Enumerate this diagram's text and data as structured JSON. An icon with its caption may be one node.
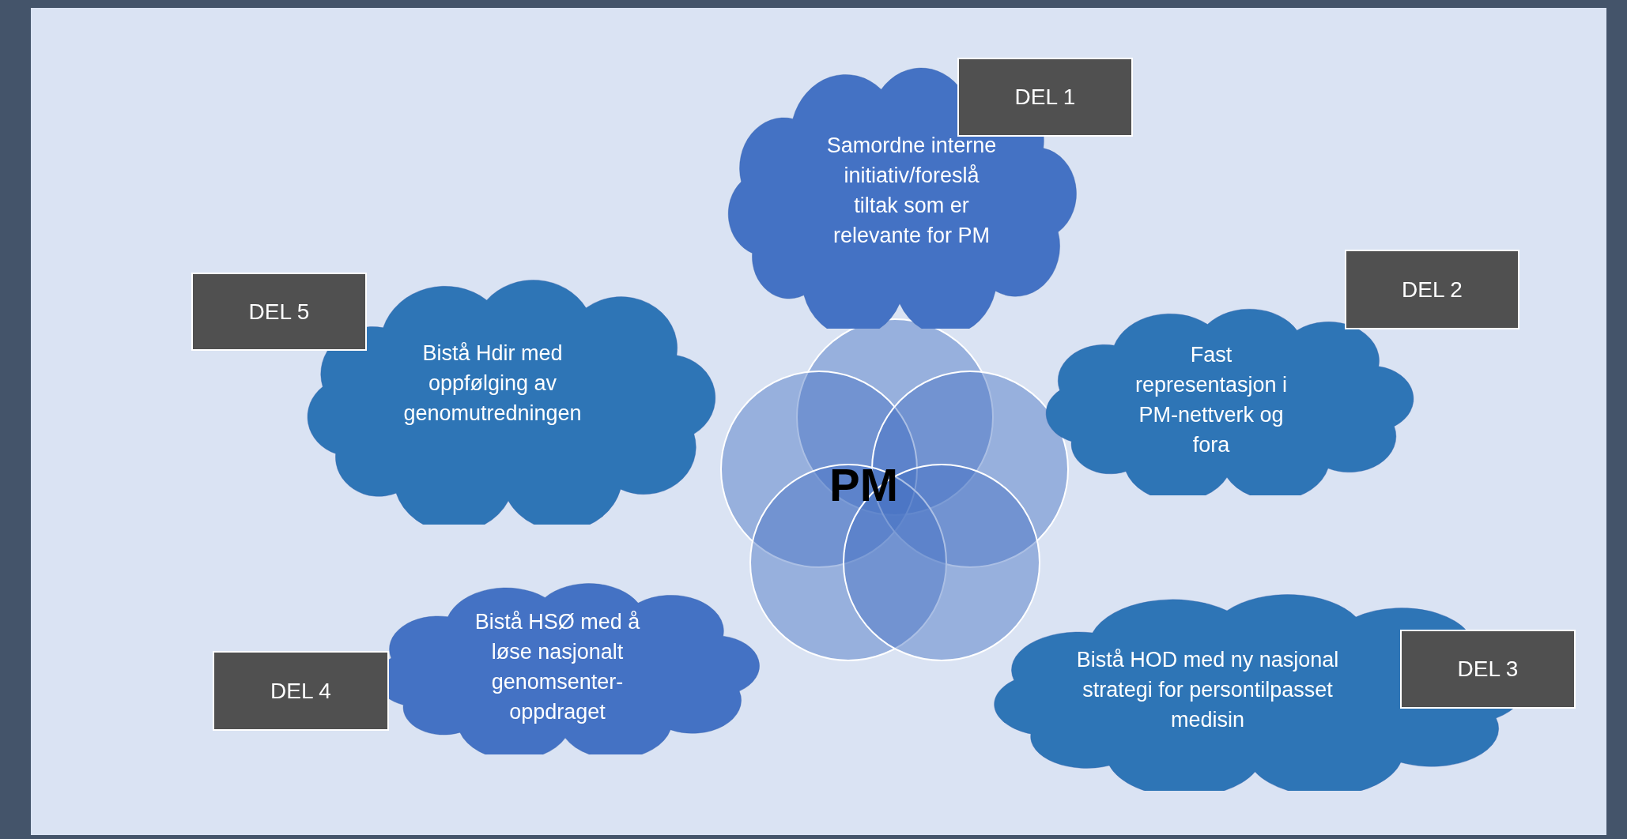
{
  "diagram": {
    "nodes": [
      {
        "text": [
          "DEL 1"
        ]
      },
      {
        "text": [
          "Samordne interne initiativ/foreslå tiltak som er relevante for PM"
        ]
      },
      {
        "text": [
          "DEL 2"
        ]
      },
      {
        "text": [
          "DEL 5"
        ]
      },
      {
        "text": [
          "Fast representasjon i PM-nettverk og fora"
        ]
      },
      {
        "text": [
          "Bistå Hdir med oppfølging av genomutredningen"
        ]
      },
      {
        "text": [],
        "shape": "circle"
      },
      {
        "text": [],
        "shape": "circle"
      },
      {
        "text": [],
        "shape": "circle"
      },
      {
        "text": [],
        "shape": "circle"
      },
      {
        "text": [],
        "shape": "circle"
      },
      {
        "text": [
          "Bistå HOD med ny nasjonal strategi for persontilpasset medisin"
        ]
      },
      {
        "text": [
          "DEL 3"
        ]
      },
      {
        "text": [
          "Bistå HSØ med å løse nasjonalt genomsenter- oppdraget"
        ]
      },
      {
        "text": [
          "DEL 4"
        ]
      }
    ],
    "labels": [
      "PM"
    ]
  }
}
